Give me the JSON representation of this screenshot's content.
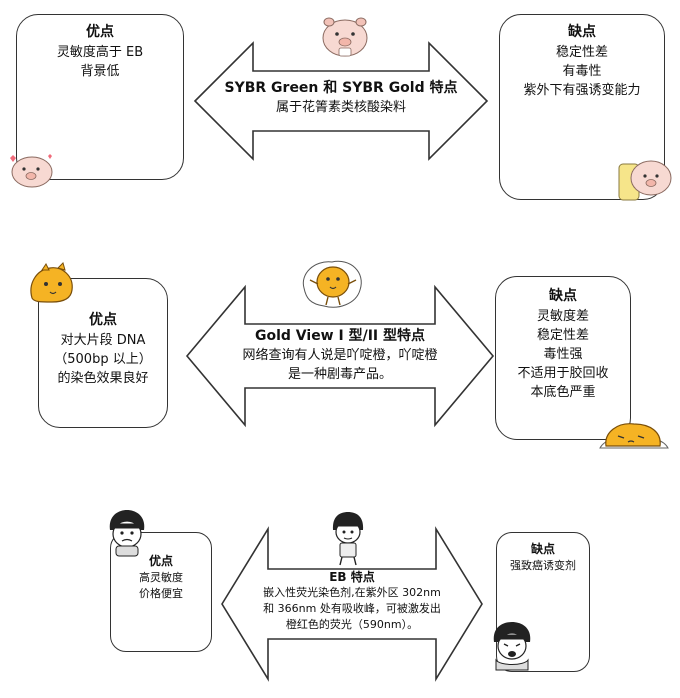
{
  "row1": {
    "left": {
      "title": "优点",
      "lines": [
        "灵敏度高于 EB",
        "背景低"
      ]
    },
    "center": {
      "title": "SYBR Green  和 SYBR Gold 特点",
      "lines": [
        "属于花箐素类核酸染料"
      ]
    },
    "right": {
      "title": "缺点",
      "lines": [
        "稳定性差",
        "有毒性",
        "紫外下有强诱变能力"
      ]
    }
  },
  "row2": {
    "left": {
      "title": "优点",
      "lines": [
        "对大片段 DNA",
        "（500bp 以上）",
        "的染色效果良好"
      ]
    },
    "center": {
      "title": "Gold View I 型/II 型特点",
      "lines": [
        "网络查询有人说是吖啶橙，吖啶橙",
        "是一种剧毒产品。"
      ]
    },
    "right": {
      "title": "缺点",
      "lines": [
        "灵敏度差",
        "稳定性差",
        "毒性强",
        "不适用于胶回收",
        "本底色严重"
      ]
    }
  },
  "row3": {
    "left": {
      "title": "优点",
      "lines": [
        "高灵敏度",
        "价格便宜"
      ]
    },
    "center": {
      "title": "EB 特点",
      "lines": [
        "嵌入性荧光染色剂,在紫外区 302nm",
        "和 366nm 处有吸收峰，可被激发出",
        "橙红色的荧光（590nm）。"
      ]
    },
    "right": {
      "title": "缺点",
      "lines": [
        "强致癌诱变剂"
      ]
    }
  },
  "stickers": [
    "pig-sticker",
    "pig-sticker",
    "pig-sticker",
    "egg-yolk-sticker",
    "egg-yolk-sticker",
    "egg-yolk-sticker",
    "meme-face-sticker",
    "meme-face-sticker",
    "meme-face-sticker"
  ],
  "colors": {
    "border": "#333333",
    "yolk": "#f5b324",
    "pig": "#f7d9d2"
  }
}
